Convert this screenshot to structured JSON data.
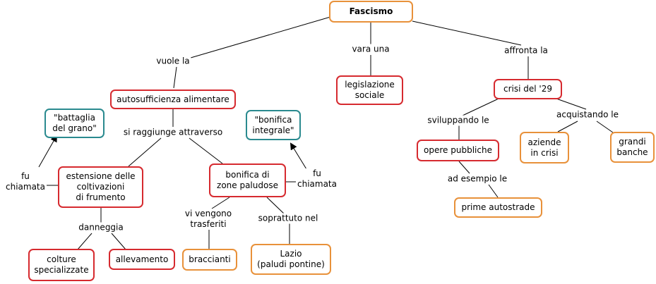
{
  "nodes": {
    "fascismo": "Fascismo",
    "autosufficienza": "autosufficienza alimentare",
    "legislazione": "legislazione\nsociale",
    "crisi29": "crisi del '29",
    "battaglia": "\"battaglia\ndel grano\"",
    "bonifica_integrale": "\"bonifica\nintegrale\"",
    "estensione": "estensione delle\ncoltivazioni\ndi frumento",
    "bonifica_zone": "bonifica di\nzone paludose",
    "colture": "colture\nspecializzate",
    "allevamento": "allevamento",
    "braccianti": "braccianti",
    "lazio": "Lazio\n(paludi pontine)",
    "opere": "opere pubbliche",
    "autostrade": "prime autostrade",
    "aziende": "aziende\nin crisi",
    "banche": "grandi\nbanche"
  },
  "links": {
    "vuole_la": "vuole la",
    "vara_una": "vara una",
    "affronta_la": "affronta la",
    "si_raggiunge": "si raggiunge attraverso",
    "fu_chiamata_1": "fu\nchiamata",
    "fu_chiamata_2": "fu\nchiamata",
    "danneggia": "danneggia",
    "vi_vengono": "vi vengono\ntrasferiti",
    "soprattuto": "soprattuto nel",
    "sviluppando": "sviluppando le",
    "acquistando": "acquistando le",
    "ad_esempio": "ad esempio le"
  },
  "colors": {
    "red": "#d62a2f",
    "orange": "#e8913a",
    "teal": "#2a8a8f"
  }
}
